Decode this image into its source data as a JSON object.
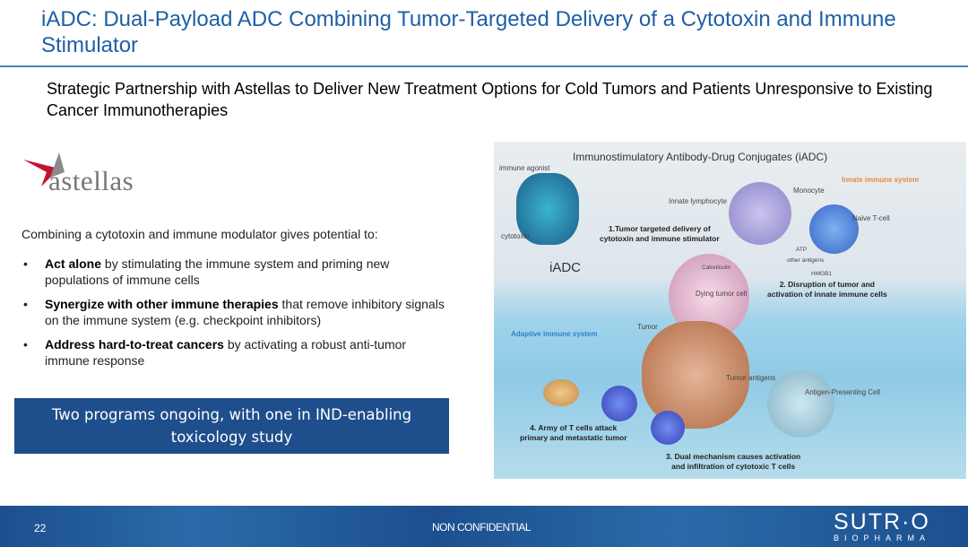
{
  "header": {
    "title": "iADC: Dual-Payload ADC Combining Tumor-Targeted Delivery of a Cytotoxin and Immune Stimulator",
    "subtitle": "Strategic Partnership with Astellas to Deliver New Treatment Options for Cold Tumors and Patients Unresponsive to Existing Cancer Immunotherapies"
  },
  "partner_logo": "astellas",
  "left": {
    "intro": "Combining a cytotoxin and immune modulator gives potential to:",
    "bullets": [
      {
        "bold": "Act alone",
        "rest": " by stimulating the immune system and priming new populations of immune cells"
      },
      {
        "bold": "Synergize with other immune therapies",
        "rest": " that remove inhibitory signals on the immune system (e.g. checkpoint inhibitors)"
      },
      {
        "bold": "Address hard-to-treat cancers",
        "rest": " by activating a robust anti-tumor immune response"
      }
    ],
    "callout": "Two programs ongoing, with one in IND-enabling toxicology study"
  },
  "figure": {
    "title": "Immunostimulatory Antibody-Drug Conjugates (iADC)",
    "immune_agonist": "immune agonist",
    "cytotoxin": "cytotoxin",
    "iadc": "iADC",
    "innate_system": "Innate immune system",
    "monocyte": "Monocyte",
    "innate_lymphocyte": "Innate lymphocyte",
    "naive_tcell": "Naive T-cell",
    "step1a": "1.Tumor targeted delivery of",
    "step1b": "cytotoxin and immune stimulator",
    "atp": "ATP",
    "other_antigens": "other antigens",
    "hmgb1": "HMGB1",
    "calreticulin": "Calreticulin",
    "step2a": "2. Disruption of tumor and",
    "step2b": "activation of innate immune cells",
    "dying": "Dying tumor cell",
    "tumor": "Tumor",
    "adaptive_system": "Adaptive immune system",
    "tumor_antigens": "Tumor antigens",
    "apc": "Antigen-Presenting Cell",
    "step4a": "4. Army of T cells attack",
    "step4b": "primary and metastatic tumor",
    "step3a": "3. Dual mechanism causes activation",
    "step3b": "and infiltration of cytotoxic T cells",
    "colors": {
      "innate": "#e8893a",
      "adaptive": "#2f7fd0"
    }
  },
  "footer": {
    "page": "22",
    "classification": "NON CONFIDENTIAL",
    "brand": "SUTR·O",
    "brand_sub": "BIOPHARMA"
  }
}
